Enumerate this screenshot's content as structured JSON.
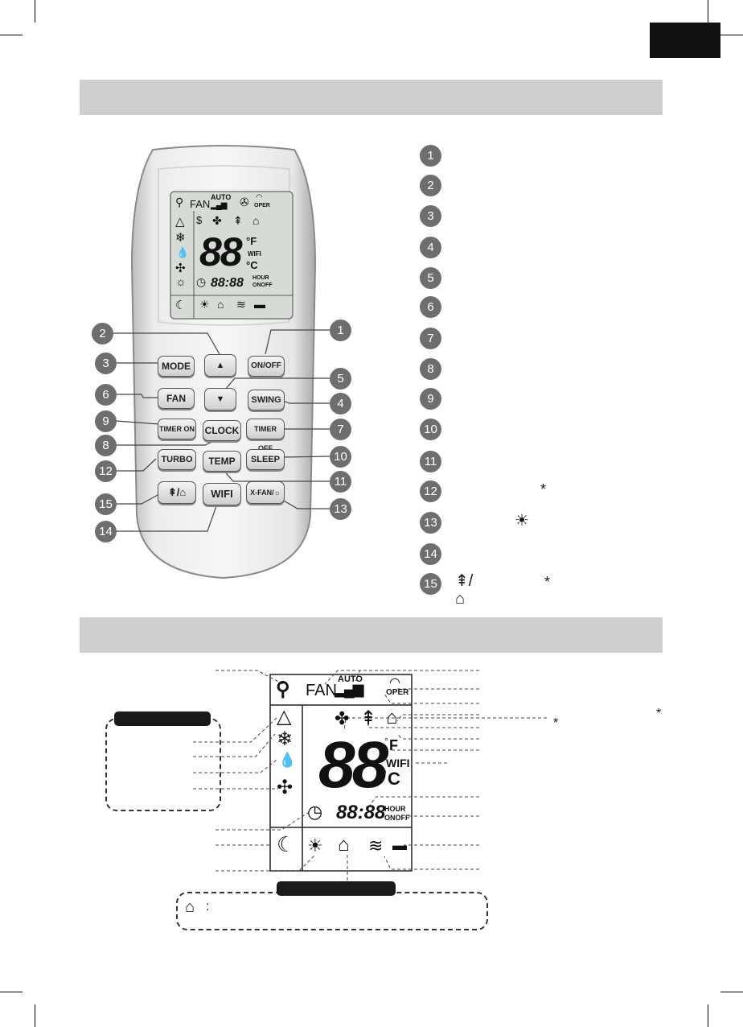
{
  "remote": {
    "buttons": {
      "mode": "MODE",
      "up": "▲",
      "onoff": "ON/OFF",
      "fan": "FAN",
      "down": "▼",
      "swing": "SWING",
      "timer_on": "TIMER ON",
      "clock": "CLOCK",
      "timer_off": "TIMER OFF",
      "turbo": "TURBO",
      "temp": "TEMP",
      "sleep": "SLEEP",
      "health": "⇞/⌂",
      "wifi": "WIFI",
      "xfan": "X-FAN/☼"
    },
    "lcd": {
      "fan": "FAN",
      "auto": "AUTO",
      "oper": "OPER",
      "digits": "88",
      "deg_f": "°F",
      "deg_c": "°C",
      "wifi": "WIFI",
      "clock_digits": "88:88",
      "hour": "HOUR",
      "onoff": "ONOFF"
    },
    "callouts": [
      "1",
      "2",
      "3",
      "4",
      "5",
      "6",
      "7",
      "8",
      "9",
      "10",
      "11",
      "12",
      "13",
      "14",
      "15"
    ]
  },
  "legend": {
    "numbers": [
      "1",
      "2",
      "3",
      "4",
      "5",
      "6",
      "7",
      "8",
      "9",
      "10",
      "11",
      "12",
      "13",
      "14",
      "15"
    ],
    "asterisk": "*",
    "light_icon": "light-bulb-icon",
    "health_icon": "tree-house-icon"
  },
  "display": {
    "fan": "FAN",
    "auto": "AUTO",
    "oper": "OPER",
    "digits": "88",
    "deg_f": "F",
    "wifi": "WIFI",
    "deg_c": "C",
    "degree": "°",
    "clock_digits": "88:88",
    "hour": "HOUR",
    "onoff": "ONOFF",
    "asterisk": "*",
    "house_colon": ":"
  }
}
